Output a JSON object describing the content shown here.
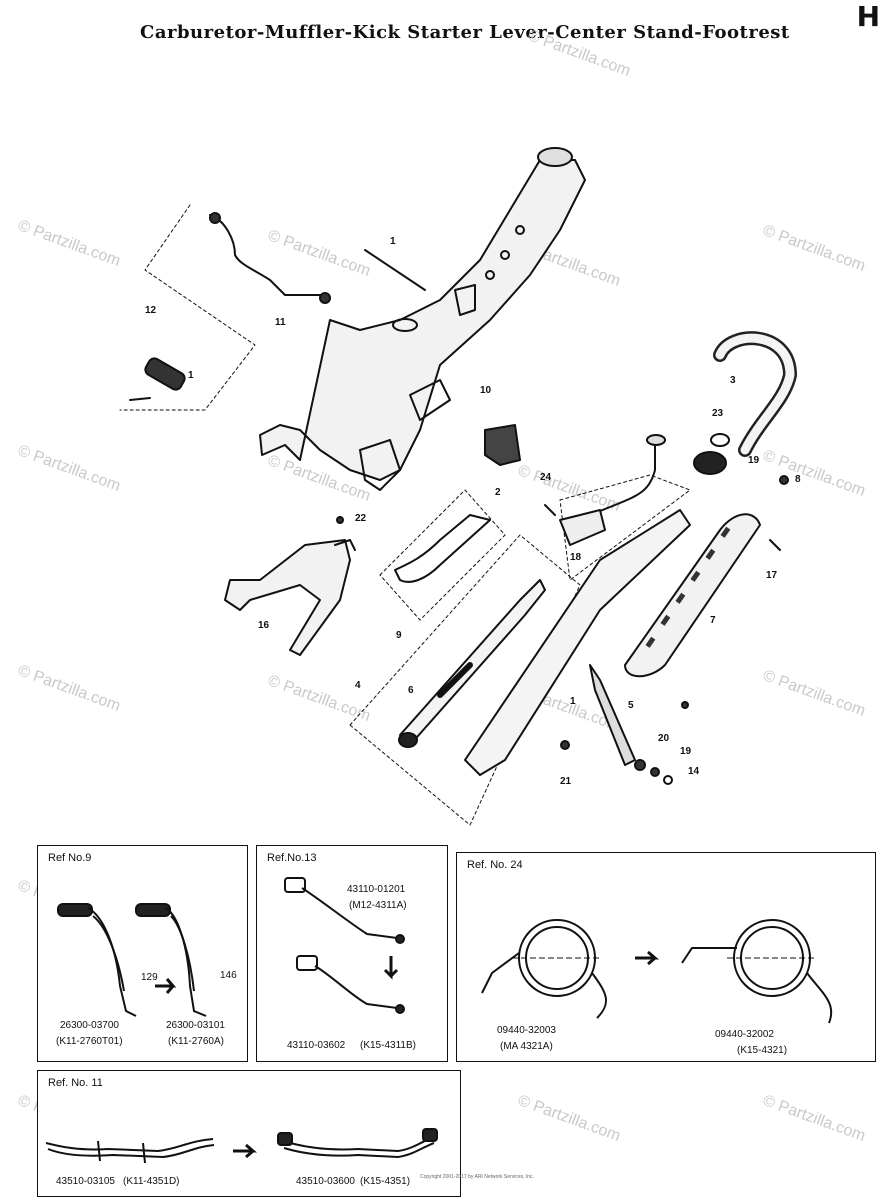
{
  "header": {
    "title": "Carburetor-Muffler-Kick Starter Lever-Center Stand-Footrest",
    "corner_mark": "H"
  },
  "watermark": {
    "text": "© Partzilla.com"
  },
  "callouts": [
    "1",
    "12",
    "11",
    "1",
    "3",
    "23",
    "10",
    "2",
    "24",
    "18",
    "8",
    "22",
    "17",
    "7",
    "16",
    "9",
    "4",
    "6",
    "5",
    "20",
    "19",
    "21",
    "14",
    "1",
    "19"
  ],
  "inset_ref9": {
    "title": "Ref No.9",
    "dims": [
      "129",
      "146"
    ],
    "parts": [
      {
        "pn": "26300-03700",
        "ref": "(K11-2760T01)"
      },
      {
        "pn": "26300-03101",
        "ref": "(K11-2760A)"
      }
    ]
  },
  "inset_ref13": {
    "title": "Ref.No.13",
    "parts": [
      {
        "pn": "43110-01201",
        "ref": "(M12-4311A)"
      },
      {
        "pn": "43110-03602",
        "ref": "(K15-4311B)"
      }
    ]
  },
  "inset_ref24": {
    "title": "Ref. No. 24",
    "parts": [
      {
        "pn": "09440-32003",
        "ref": "(MA 4321A)"
      },
      {
        "pn": "09440-32002",
        "ref": "(K15-4321)"
      }
    ]
  },
  "inset_ref11": {
    "title": "Ref. No. 11",
    "parts": [
      {
        "pn": "43510-03105",
        "ref": "(K11-4351D)"
      },
      {
        "pn": "43510-03600",
        "ref": "(K15-4351)"
      }
    ]
  },
  "footer": {
    "copyright": "Copyright 2001-2017 by ARI Network Services, Inc."
  }
}
